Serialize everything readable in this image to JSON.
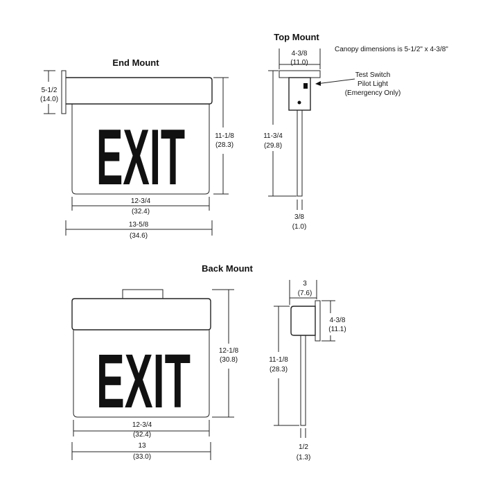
{
  "titles": {
    "end_mount": "End Mount",
    "top_mount": "Top Mount",
    "back_mount": "Back Mount"
  },
  "exit_text": "EXIT",
  "notes": {
    "canopy": "Canopy dimensions is 5-1/2\" x 4-3/8\"",
    "test_switch": "Test Switch",
    "pilot_light": "Pilot Light",
    "emergency_only": "(Emergency Only)"
  },
  "end_mount": {
    "canopy_height": "5-1/2",
    "canopy_height_metric": "(14.0)",
    "height": "11-1/8",
    "height_metric": "(28.3)",
    "inner_width": "12-3/4",
    "inner_width_metric": "(32.4)",
    "overall_width": "13-5/8",
    "overall_width_metric": "(34.6)"
  },
  "top_mount": {
    "canopy_width": "4-3/8",
    "canopy_width_metric": "(11.0)",
    "height": "11-3/4",
    "height_metric": "(29.8)",
    "depth": "3/8",
    "depth_metric": "(1.0)"
  },
  "back_mount": {
    "height": "12-1/8",
    "height_metric": "(30.8)",
    "inner_width": "12-3/4",
    "inner_width_metric": "(32.4)",
    "overall_width": "13",
    "overall_width_metric": "(33.0)"
  },
  "side_view": {
    "depth": "3",
    "depth_metric": "(7.6)",
    "canopy_height": "4-3/8",
    "canopy_height_metric": "(11.1)",
    "height": "11-1/8",
    "height_metric": "(28.3)",
    "panel_depth": "1/2",
    "panel_depth_metric": "(1.3)"
  }
}
